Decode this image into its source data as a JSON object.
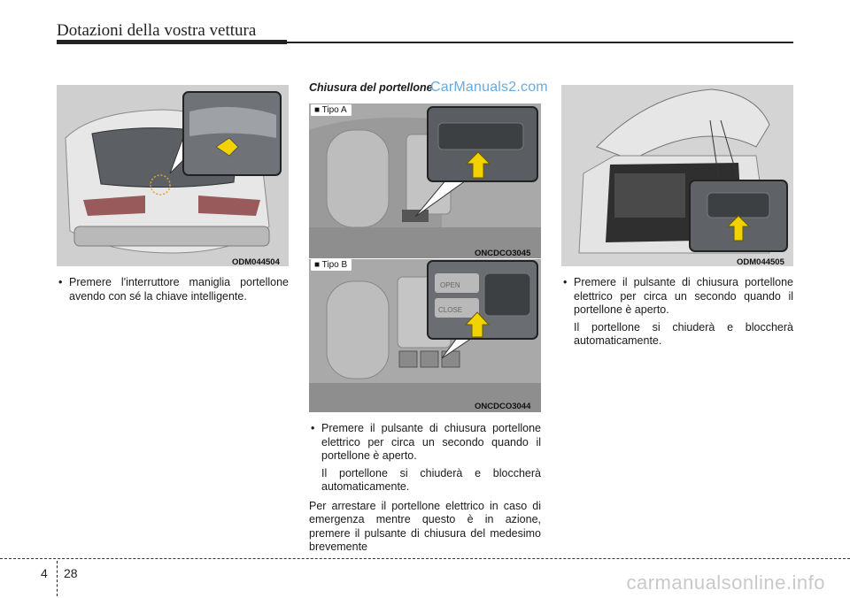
{
  "header": {
    "title": "Dotazioni della vostra vettura"
  },
  "section": {
    "title": "Chiusura del portellone"
  },
  "watermark": {
    "top": "CarManuals2.com",
    "bottom": "carmanualsonline.info"
  },
  "figures": {
    "left": {
      "code": "ODM044504"
    },
    "center_a": {
      "label": "■ Tipo A",
      "code": "ONCDCO3045"
    },
    "center_b": {
      "label": "■ Tipo B",
      "code": "ONCDCO3044"
    },
    "right": {
      "code": "ODM044505"
    },
    "button_labels": {
      "open": "OPEN",
      "close": "CLOSE"
    }
  },
  "text": {
    "left_bullet": "Premere l'interruttore maniglia portellone avendo con sé la chiave intelligente.",
    "center_bullet": "Premere il pulsante di chiusura portellone elettrico per circa un secondo quando il portellone è aperto.",
    "center_bullet_followup": "Il portellone si chiuderà e bloccherà automaticamente.",
    "center_para": "Per arrestare il portellone elettrico in caso di emergenza mentre questo è in azione, premere il pulsante di chiusura del medesimo brevemente",
    "right_bullet": "Premere il pulsante di chiusura portellone elettrico per circa un secondo quando il portellone è aperto.",
    "right_bullet_followup": "Il portellone si chiuderà e bloccherà automaticamente."
  },
  "footer": {
    "chapter": "4",
    "page": "28"
  }
}
